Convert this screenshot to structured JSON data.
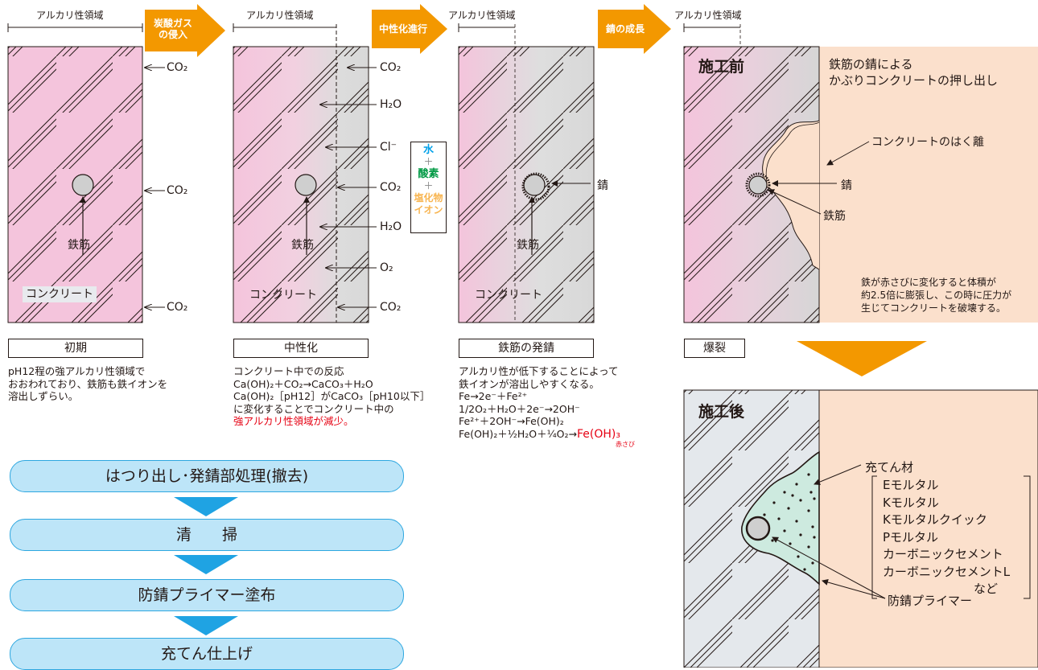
{
  "alkali_region": "アルカリ性領域",
  "stage_arrows": [
    {
      "label": "炭酸ガス\nの侵入",
      "line1": "炭酸ガス",
      "line2": "の侵入"
    },
    {
      "label": "中性化進行"
    },
    {
      "label": "錆の成長"
    }
  ],
  "chem": {
    "co2": "CO₂",
    "h2o": "H₂O",
    "cl": "Cl⁻",
    "o2": "O₂"
  },
  "labels": {
    "rebar": "鉄筋",
    "concrete": "コンクリート",
    "rust": "錆",
    "peeling": "コンクリートのはく離",
    "filler": "充てん材",
    "primer": "防錆プライマー"
  },
  "side_box": {
    "water": "水",
    "plus": "＋",
    "oxygen": "酸素",
    "chloride_line1": "塩化物",
    "chloride_line2": "イオン"
  },
  "colors": {
    "alkaline_pink": "#f4c4dc",
    "neutral_gray": "#dcdcdc",
    "arrow_orange": "#f39800",
    "burst_peach": "#fbe0cc",
    "water_blue": "#00a0e9",
    "oxygen_green": "#009944",
    "chloride_orange": "#f8b551",
    "step_fill": "#bde5f8",
    "step_border": "#2ea7e0",
    "step_arrow": "#1fa3e3",
    "filler_green": "#cdeadf",
    "red_text": "#e60012"
  },
  "stages": [
    {
      "title": "初期",
      "lines": [
        "pH12程の強アルカリ性領域で",
        "おおわれており、鉄筋も鉄イオンを",
        "溶出しずらい。"
      ]
    },
    {
      "title": "中性化",
      "lines": [
        "コンクリート中での反応",
        "Ca(OH)₂＋CO₂→CaCO₃＋H₂O",
        "Ca(OH)₂［pH12］がCaCO₃［pH10以下］",
        "に変化することでコンクリート中の"
      ],
      "red_line": "強アルカリ性領域が減少。"
    },
    {
      "title": "鉄筋の発錆",
      "lines": [
        "アルカリ性が低下することによって",
        "鉄イオンが溶出しやすくなる。",
        "Fe→2e⁻＋Fe²⁺",
        "1/2O₂＋H₂O＋2e⁻→2OH⁻",
        "Fe²⁺＋2OH⁻→Fe(OH)₂"
      ],
      "last_line_prefix": "Fe(OH)₂＋½H₂O＋¼O₂→",
      "last_line_red": "Fe(OH)₃",
      "last_line_note": "赤さび"
    },
    {
      "title": "爆裂"
    }
  ],
  "burst": {
    "before_title": "施工前",
    "caption_line1": "鉄筋の錆による",
    "caption_line2": "かぶりコンクリートの押し出し",
    "note": [
      "鉄が赤さびに変化すると体積が",
      "約2.5倍に膨張し、この時に圧力が",
      "生じてコンクリートを破壊する。"
    ]
  },
  "after": {
    "title": "施工後",
    "materials": [
      "Eモルタル",
      "Kモルタル",
      "Kモルタルクイック",
      "Pモルタル",
      "カーボニックセメント",
      "カーボニックセメントL"
    ],
    "etc": "など"
  },
  "steps": [
    "はつり出し･発錆部処理(撤去)",
    "清　　掃",
    "防錆プライマー塗布",
    "充てん仕上げ"
  ]
}
